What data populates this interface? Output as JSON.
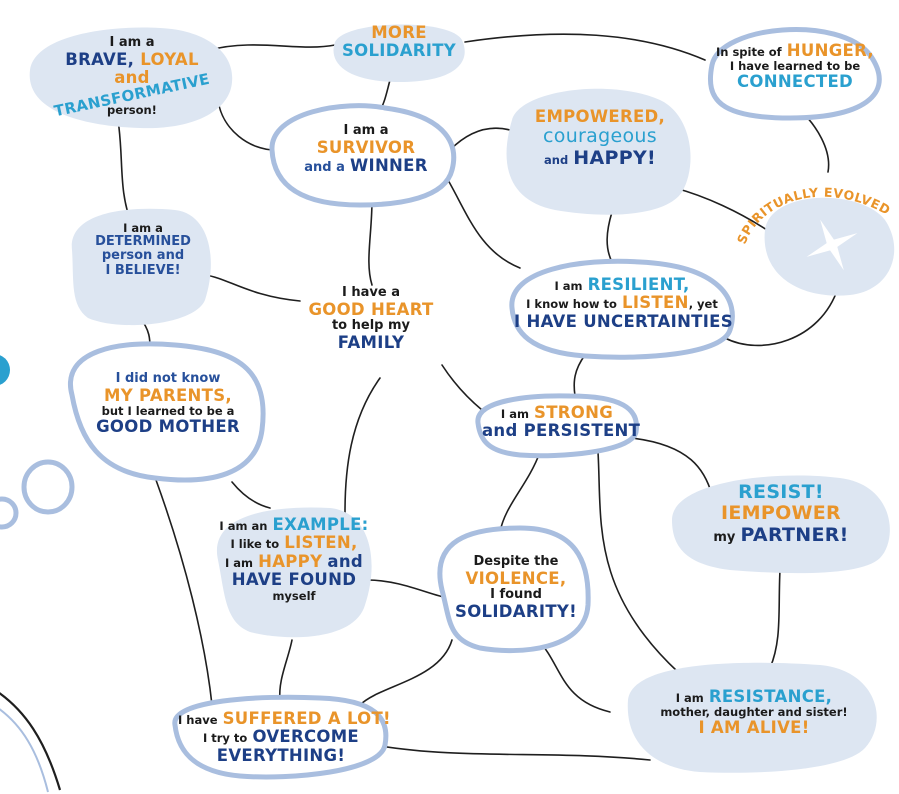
{
  "diagram": {
    "colors": {
      "navy": "#1d3f86",
      "blue": "#27509b",
      "orange": "#e9942a",
      "teal": "#2aa0cf",
      "bubble_fill": "#dde6f2",
      "bubble_outline": "#a9bedf"
    },
    "icons": [
      "compass-star-icon"
    ],
    "nodes": {
      "brave": {
        "l1": "I am a",
        "l2a": "BRAVE,",
        "l2b": "LOYAL",
        "l3": "and",
        "l4": "TRANSFORMATIVE",
        "l5": "person!"
      },
      "solidarity_top": {
        "l1": "MORE",
        "l2": "SOLIDARITY"
      },
      "hunger": {
        "l1a": "In spite of",
        "l1b": "HUNGER,",
        "l2": "I have learned to be",
        "l3": "CONNECTED"
      },
      "survivor": {
        "l1": "I am a",
        "l2": "SURVIVOR",
        "l3a": "and a",
        "l3b": "WINNER"
      },
      "empowered": {
        "l1": "EMPOWERED,",
        "l2": "courageous",
        "l3a": "and",
        "l3b": "HAPPY!"
      },
      "spiritually": {
        "label": "SPIRITUALLY EVOLVED"
      },
      "determined": {
        "l1": "I am a",
        "l2": "DETERMINED",
        "l3": "person and",
        "l4": "I BELIEVE!"
      },
      "good_heart": {
        "l1": "I have a",
        "l2": "GOOD HEART",
        "l3": "to help my",
        "l4": "FAMILY"
      },
      "resilient": {
        "l1a": "I am",
        "l1b": "RESILIENT,",
        "l2a": "I know how to",
        "l2b": "LISTEN",
        "l2c": ", yet",
        "l3": "I HAVE UNCERTAINTIES"
      },
      "parents": {
        "l1": "I did not know",
        "l2": "MY PARENTS,",
        "l3": "but I learned to be a",
        "l4": "GOOD MOTHER"
      },
      "strong": {
        "l1a": "I am",
        "l1b": "STRONG",
        "l2": "and PERSISTENT"
      },
      "resist": {
        "l1": "RESIST!",
        "l2a": "I",
        "l2b": "EMPOWER",
        "l3a": "my",
        "l3b": "PARTNER!"
      },
      "example": {
        "l1a": "I am an",
        "l1b": "EXAMPLE:",
        "l2a": "I like to",
        "l2b": "LISTEN,",
        "l3a": "I am",
        "l3b": "HAPPY",
        "l3c": "and",
        "l4": "HAVE FOUND",
        "l5": "myself"
      },
      "violence": {
        "l1": "Despite the",
        "l2": "VIOLENCE,",
        "l3": "I found",
        "l4": "SOLIDARITY!"
      },
      "suffered": {
        "l1a": "I have",
        "l1b": "SUFFERED A LOT!",
        "l2a": "I try to",
        "l2b": "OVERCOME",
        "l3": "EVERYTHING!"
      },
      "resistance": {
        "l1a": "I am",
        "l1b": "RESISTANCE,",
        "l2": "mother, daughter and sister!",
        "l3": "I AM ALIVE!"
      }
    }
  }
}
